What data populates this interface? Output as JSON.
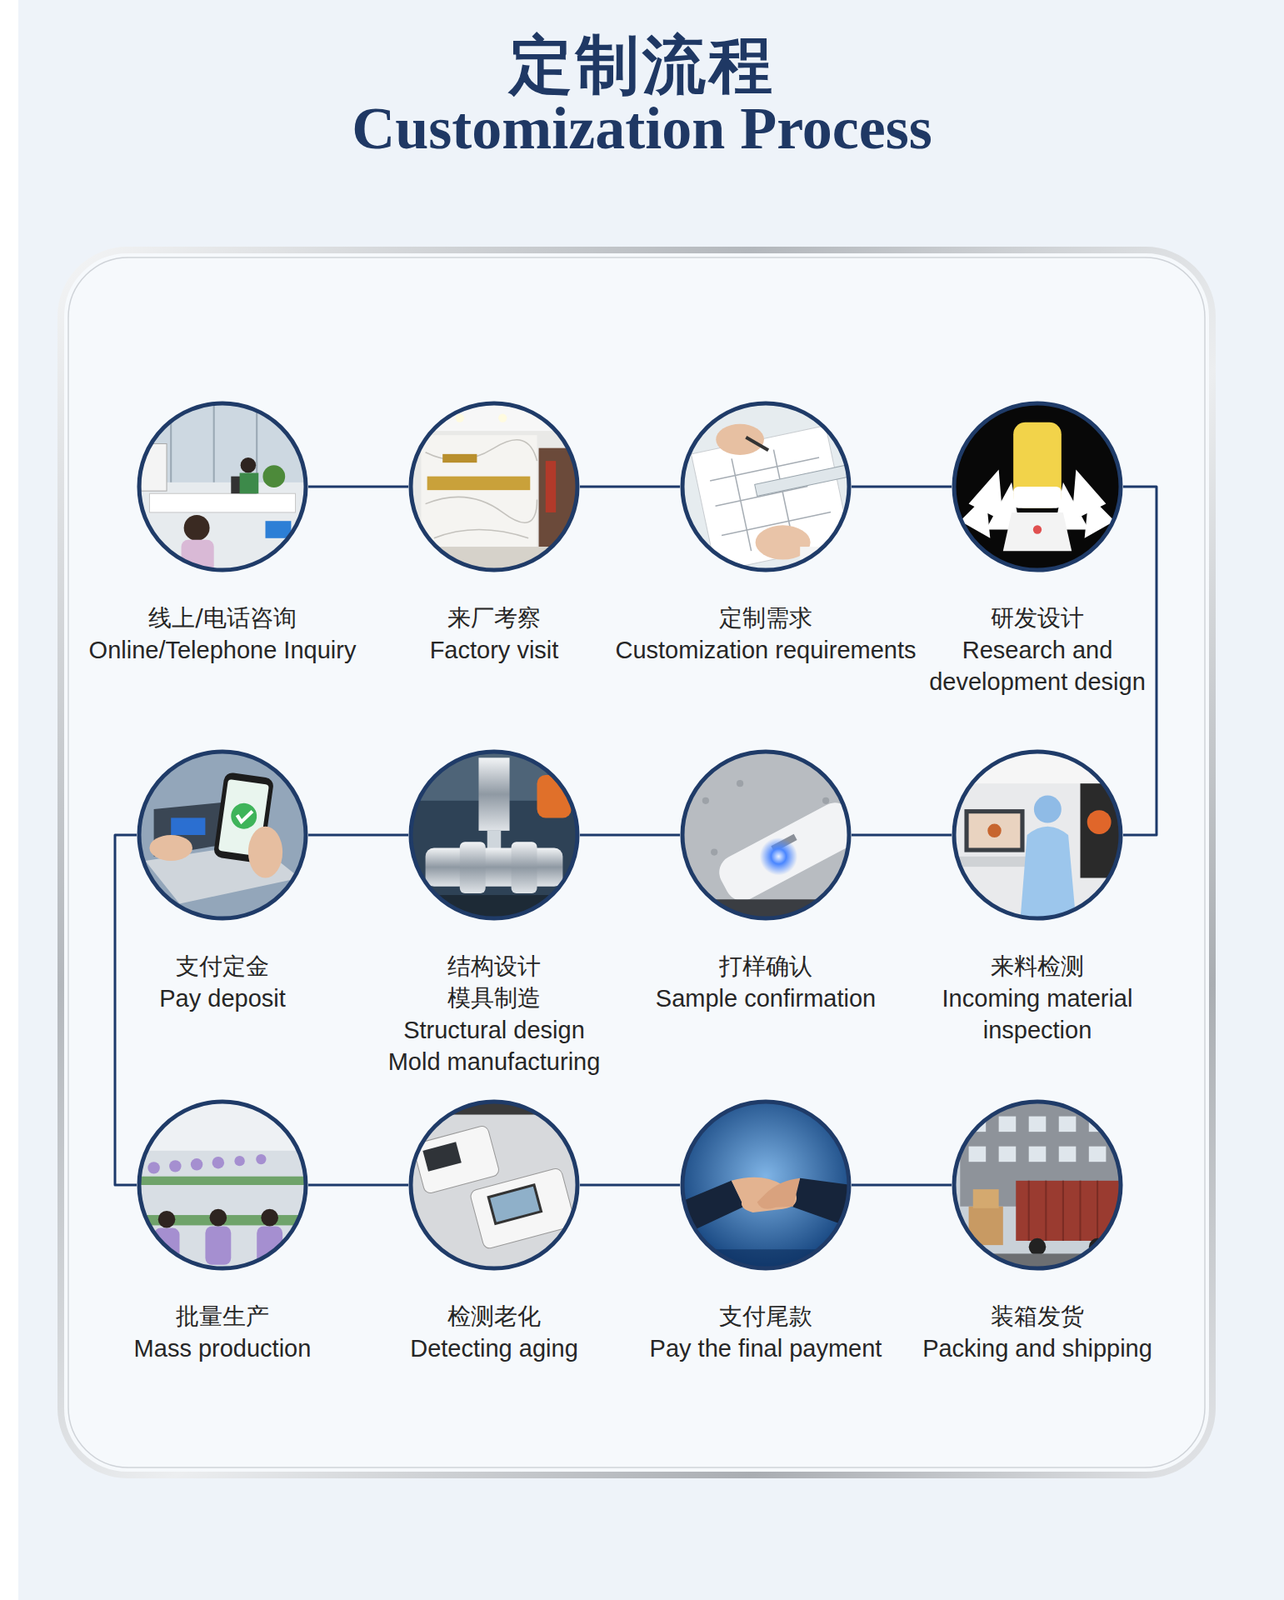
{
  "diagram": {
    "title": "定制流程",
    "nodes": [
      {
        "text": [
          "线上/电话咨询",
          "Online/Telephone Inquiry"
        ]
      },
      {
        "text": [
          "来厂考察",
          "Factory visit"
        ]
      },
      {
        "text": [
          "定制需求",
          "Customization requirements"
        ]
      },
      {
        "text": [
          "研发设计",
          "Research and development design"
        ]
      },
      {
        "text": [
          "支付定金",
          "Pay deposit"
        ]
      },
      {
        "text": [
          "结构设计",
          "模具制造",
          "Structural design",
          "Mold manufacturing"
        ]
      },
      {
        "text": [
          "打样确认",
          "Sample confirmation"
        ]
      },
      {
        "text": [
          "来料检测",
          "Incoming material inspection"
        ]
      },
      {
        "text": [
          "批量生产",
          "Mass production"
        ]
      },
      {
        "text": [
          "检测老化",
          "Detecting aging"
        ]
      },
      {
        "text": [
          "支付尾款",
          "Pay the final payment"
        ]
      },
      {
        "text": [
          "装箱发货",
          "Packing and shipping"
        ]
      }
    ],
    "edges": [
      {
        "from": 0,
        "to": 1,
        "arrow": "none"
      },
      {
        "from": 1,
        "to": 2,
        "arrow": "none"
      },
      {
        "from": 2,
        "to": 3,
        "arrow": "none"
      },
      {
        "from": 3,
        "to": 7,
        "arrow": "none"
      },
      {
        "from": 7,
        "to": 6,
        "arrow": "none"
      },
      {
        "from": 6,
        "to": 5,
        "arrow": "none"
      },
      {
        "from": 5,
        "to": 4,
        "arrow": "none"
      },
      {
        "from": 4,
        "to": 8,
        "arrow": "none"
      },
      {
        "from": 8,
        "to": 9,
        "arrow": "none"
      },
      {
        "from": 9,
        "to": 10,
        "arrow": "none"
      },
      {
        "from": 10,
        "to": 11,
        "arrow": "none"
      }
    ],
    "labels": [
      "Customization Process"
    ]
  }
}
